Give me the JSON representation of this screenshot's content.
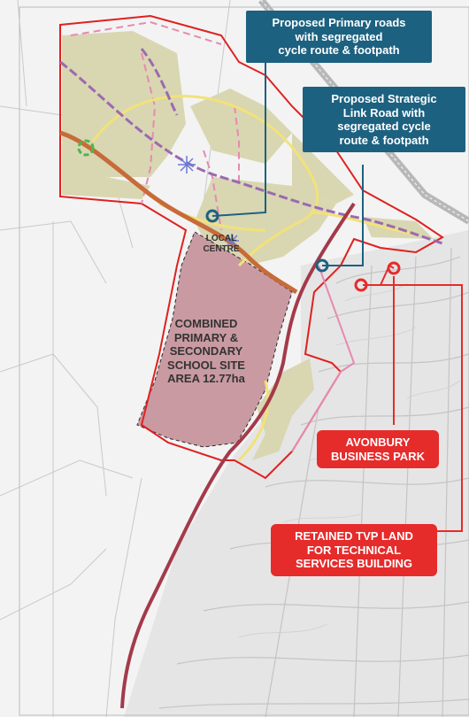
{
  "callouts": {
    "primary_roads": "Proposed Primary roads\nwith segregated\ncycle route & footpath",
    "strategic_link": "Proposed Strategic\nLink Road with\nsegregated cycle\nroute & footpath",
    "avonbury": "AVONBURY\nBUSINESS PARK",
    "retained_tvp": "RETAINED TVP LAND\nFOR TECHNICAL\nSERVICES BUILDING"
  },
  "labels": {
    "local_centre": "LOCAL\nCENTRE",
    "school_site": "COMBINED\nPRIMARY &\nSECONDARY\nSCHOOL SITE\nAREA 12.77ha"
  },
  "colors": {
    "callout_blue": "#1d6180",
    "callout_red": "#e62b2b",
    "site_boundary": "#e02020",
    "development_parcel": "#d9d6b2",
    "school_site": "#c99aa2",
    "primary_road": "#f1e27a",
    "strategic_road": "#c76b3a",
    "cycle_route": "#9b6ab0",
    "link_road": "#a33a4a"
  },
  "icons": {
    "local_centre_marker": "star-burst-icon",
    "roundabout_marker": "green-circle-icon"
  }
}
